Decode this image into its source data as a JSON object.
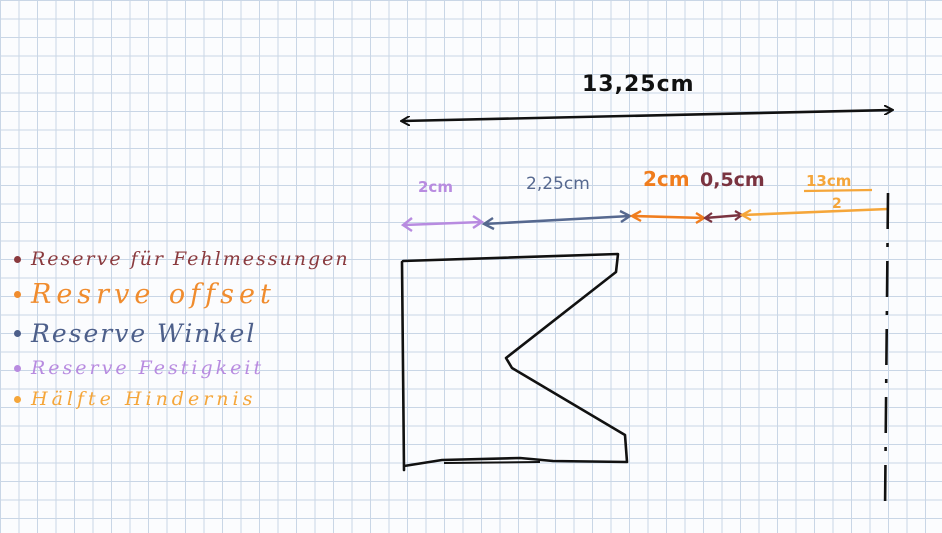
{
  "dimensions": {
    "total": "13,25cm",
    "d1": "2cm",
    "d2": "2,25cm",
    "d3": "2cm",
    "d4": "0,5cm",
    "d5_numerator": "13cm",
    "d5_denominator": "2"
  },
  "legend": [
    {
      "label": "Reserve für Fehlmessungen",
      "color": "#8a3a3e"
    },
    {
      "label": "Resrve offset",
      "color": "#f08c2e"
    },
    {
      "label": "Reserve Winkel",
      "color": "#4d5f8a"
    },
    {
      "label": "Reserve Festigkeit",
      "color": "#b88be0"
    },
    {
      "label": "Hälfte Hindernis",
      "color": "#f5a63a"
    }
  ],
  "colors": {
    "ink": "#111111",
    "purple": "#b88be0",
    "blue": "#56688f",
    "orange": "#f07d1e",
    "maroon": "#7a3340",
    "light_orange": "#f5a63a"
  }
}
